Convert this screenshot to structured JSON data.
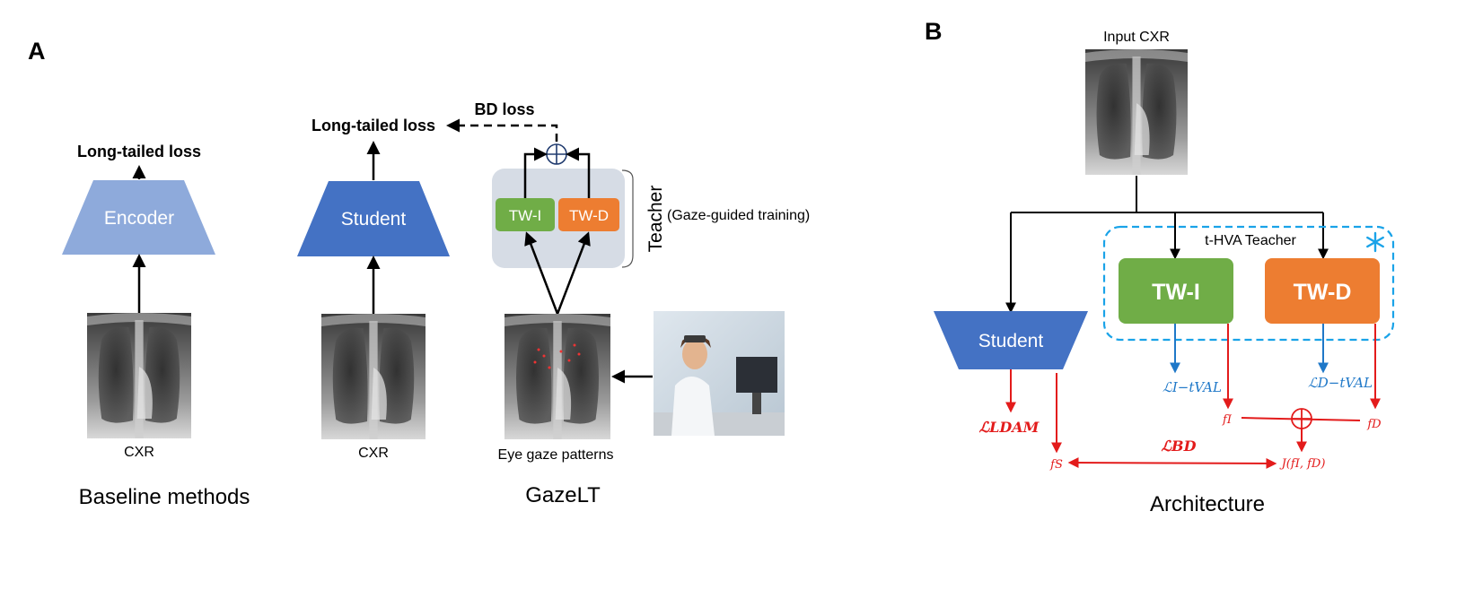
{
  "panel_a": {
    "letter": "A",
    "baseline": {
      "loss_label": "Long-tailed loss",
      "encoder_label": "Encoder",
      "image_label": "CXR",
      "caption": "Baseline methods"
    },
    "gazelt": {
      "loss_label": "Long-tailed loss",
      "bd_loss_label": "BD loss",
      "student_label": "Student",
      "image_label": "CXR",
      "tw_i_label": "TW-I",
      "tw_d_label": "TW-D",
      "teacher_label": "Teacher",
      "gaze_training_label": "(Gaze-guided training)",
      "gaze_image_label": "Eye gaze patterns",
      "caption": "GazeLT"
    }
  },
  "panel_b": {
    "letter": "B",
    "input_label": "Input CXR",
    "teacher_label": "t-HVA Teacher",
    "tw_i_label": "TW-I",
    "tw_d_label": "TW-D",
    "student_label": "Student",
    "loss_ldam": "ℒLDAM",
    "loss_i_tval": "ℒI−tVAL",
    "loss_d_tval": "ℒD−tVAL",
    "loss_bd": "ℒBD",
    "f_i": "fI",
    "f_d": "fD",
    "f_s": "fS",
    "j_label": "J(fI, fD)",
    "caption": "Architecture"
  },
  "colors": {
    "encoder_light": "#8eaadb",
    "student_blue": "#4472c4",
    "tw_i_green": "#70ad47",
    "tw_d_orange": "#ed7d31",
    "teacher_box_gray": "#d6dce5",
    "teacher_dashed_cyan": "#1aa3e8",
    "red_loss": "#e31b1b",
    "blue_loss": "#1f78c8"
  }
}
